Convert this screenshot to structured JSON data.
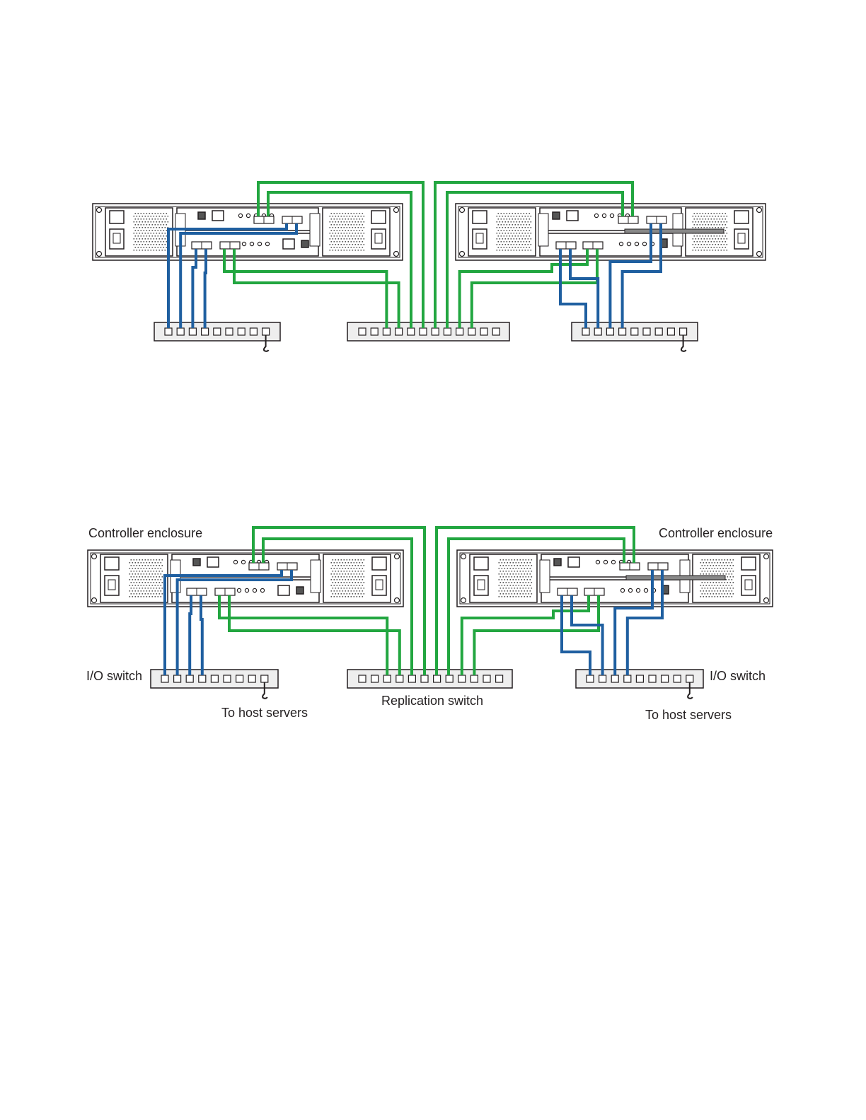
{
  "figure_top": {
    "labels": {}
  },
  "figure_bottom": {
    "labels": {
      "enclosure_left": "Controller enclosure",
      "enclosure_right": "Controller enclosure",
      "io_switch_left": "I/O switch",
      "io_switch_right": "I/O switch",
      "replication_switch": "Replication switch",
      "host_servers_left": "To host servers",
      "host_servers_right": "To host servers"
    }
  },
  "colors": {
    "replication_cable": "#22a640",
    "host_cable": "#1f5fa0",
    "outline": "#231f20",
    "switch_fill": "#eeeeee",
    "panel_fill": "#ffffff"
  },
  "switch_ports": {
    "io_switch": 9,
    "replication_switch": 12
  }
}
